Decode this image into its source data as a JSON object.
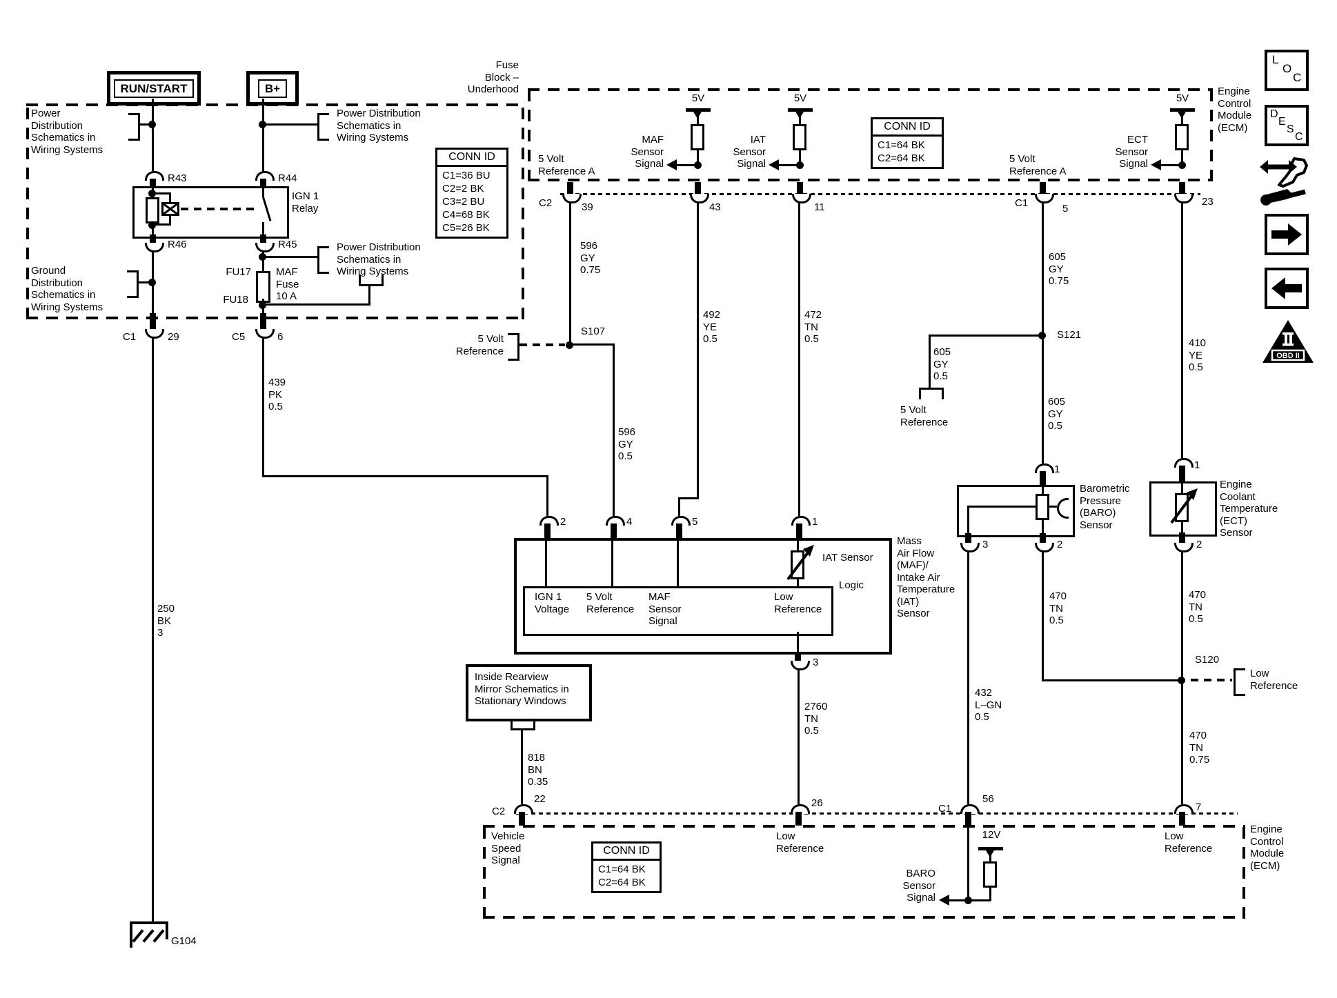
{
  "left_section": {
    "run_start": "RUN/START",
    "b_plus": "B+",
    "fuse_block": "Fuse\nBlock –\nUnderhood",
    "power_dist_left": "Power\nDistribution\nSchematics in\nWiring Systems",
    "power_dist_right_top": "Power Distribution\nSchematics in\nWiring Systems",
    "power_dist_right_mid": "Power Distribution\nSchematics in\nWiring Systems",
    "ground_dist": "Ground\nDistribution\nSchematics in\nWiring Systems",
    "relay": {
      "r43": "R43",
      "r44": "R44",
      "r45": "R45",
      "r46": "R46",
      "name": "IGN 1\nRelay"
    },
    "fuse": {
      "fu17": "FU17",
      "fu18": "FU18",
      "name": "MAF\nFuse\n10 A"
    },
    "conn_id": {
      "title": "CONN ID",
      "rows": "C1=36 BU\nC2=2 BK\nC3=2 BU\nC4=68 BK\nC5=26 BK"
    },
    "c1_conn": "C1",
    "c1_pin": "29",
    "c5_conn": "C5",
    "c5_pin": "6",
    "wire_439": "439\nPK\n0.5",
    "wire_250": "250\nBK\n3",
    "ground_id": "G104"
  },
  "ecm_top": {
    "name": "Engine\nControl\nModule\n(ECM)",
    "conn_id": {
      "title": "CONN ID",
      "rows": "C1=64 BK\nC2=64 BK"
    },
    "ref_a_left": "5 Volt\nReference A",
    "ref_a_right": "5 Volt\nReference A",
    "maf_signal": "MAF\nSensor\nSignal",
    "iat_signal": "IAT\nSensor\nSignal",
    "ect_signal": "ECT\nSensor\nSignal",
    "v5_maf": "5V",
    "v5_iat": "5V",
    "v5_ect": "5V",
    "c2": "C2",
    "p39": "39",
    "p43": "43",
    "p11": "11",
    "c1": "C1",
    "p5": "5",
    "p23": "23"
  },
  "wires": {
    "w596a": "596\nGY\n0.75",
    "w596b": "596\nGY\n0.5",
    "w492": "492\nYE\n0.5",
    "w472": "472\nTN\n0.5",
    "w605a": "605\nGY\n0.75",
    "w605b": "605\nGY\n0.5",
    "w605c": "605\nGY\n0.5",
    "w410": "410\nYE\n0.5",
    "w470a": "470\nTN\n0.5",
    "w470b": "470\nTN\n0.5",
    "w470c": "470\nTN\n0.75",
    "w2760": "2760\nTN\n0.5",
    "w432": "432\nL–GN\n0.5",
    "w818": "818\nBN\n0.35"
  },
  "splices": {
    "s107": "S107",
    "s121": "S121",
    "s120": "S120"
  },
  "refs": {
    "five_volt_left": "5 Volt\nReference",
    "five_volt_right": "5 Volt\nReference",
    "low_ref_s120": "Low\nReference"
  },
  "maf_sensor": {
    "title": "Mass\nAir Flow\n(MAF)/\nIntake Air\nTemperature\n(IAT)\nSensor",
    "iat_label": "IAT Sensor",
    "logic": "Logic",
    "p2": "2",
    "p4": "4",
    "p5": "5",
    "p1": "1",
    "p3": "3",
    "ign": "IGN 1\nVoltage",
    "ref": "5 Volt\nReference",
    "maf": "MAF\nSensor\nSignal",
    "low": "Low\nReference"
  },
  "baro_sensor": {
    "title": "Barometric\nPressure\n(BARO)\nSensor",
    "p1": "1",
    "p2": "2",
    "p3": "3"
  },
  "ect_sensor": {
    "title": "Engine\nCoolant\nTemperature\n(ECT)\nSensor",
    "p1": "1",
    "p2": "2"
  },
  "mirror_box": "Inside Rearview\nMirror Schematics in\nStationary Windows",
  "ecm_bottom": {
    "name": "Engine\nControl\nModule\n(ECM)",
    "conn_id": {
      "title": "CONN ID",
      "rows": "C1=64 BK\nC2=64 BK"
    },
    "vss": "Vehicle\nSpeed\nSignal",
    "low_ref_left": "Low\nReference",
    "low_ref_right": "Low\nReference",
    "baro_signal": "BARO\nSensor\nSignal",
    "v12": "12V",
    "c2": "C2",
    "p22": "22",
    "p26": "26",
    "c1": "C1",
    "p56": "56",
    "p7": "7"
  },
  "legend": {
    "l": "L",
    "o": "O",
    "c": "C",
    "d": "D",
    "e": "E",
    "s": "S",
    "c2": "C",
    "obd_pillars": "II",
    "obd": "OBD II"
  }
}
